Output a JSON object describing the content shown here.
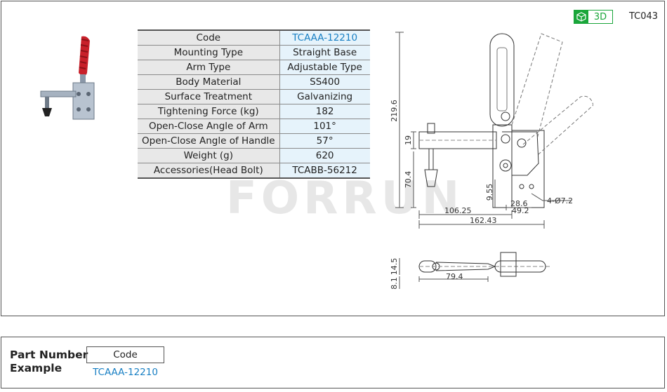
{
  "product_code": "TC043",
  "badge_label": "3D",
  "watermark": "FORRUN",
  "spec_table": [
    {
      "label": "Code",
      "value": "TCAAA-12210",
      "highlight": true
    },
    {
      "label": "Mounting Type",
      "value": "Straight Base"
    },
    {
      "label": "Arm Type",
      "value": "Adjustable Type"
    },
    {
      "label": "Body Material",
      "value": "SS400"
    },
    {
      "label": "Surface Treatment",
      "value": "Galvanizing"
    },
    {
      "label": "Tightening Force (kg)",
      "value": "182"
    },
    {
      "label": "Open-Close Angle of Arm",
      "value": "101°"
    },
    {
      "label": "Open-Close  Angle of Handle",
      "value": "57°"
    },
    {
      "label": "Weight (g)",
      "value": "620"
    },
    {
      "label": "Accessories(Head Bolt)",
      "value": "TCABB-56212"
    }
  ],
  "dimensions": {
    "height_total": "219.6",
    "d19": "19",
    "d70_4": "70.4",
    "d9_55": "9.55",
    "d28_6": "28.6",
    "holes": "4-Ø7.2",
    "d106_25": "106.25",
    "d49_2": "49.2",
    "d162_43": "162.43",
    "d14_5": "14.5",
    "d8_1": "8.1",
    "d79_4": "79.4"
  },
  "part_number": {
    "title_line1": "Part Number",
    "title_line2": "Example",
    "header": "Code",
    "value": "TCAAA-12210"
  },
  "colors": {
    "accent_blue": "#1a80c4",
    "badge_green": "#1aa63a",
    "handle_red": "#c8202a"
  }
}
